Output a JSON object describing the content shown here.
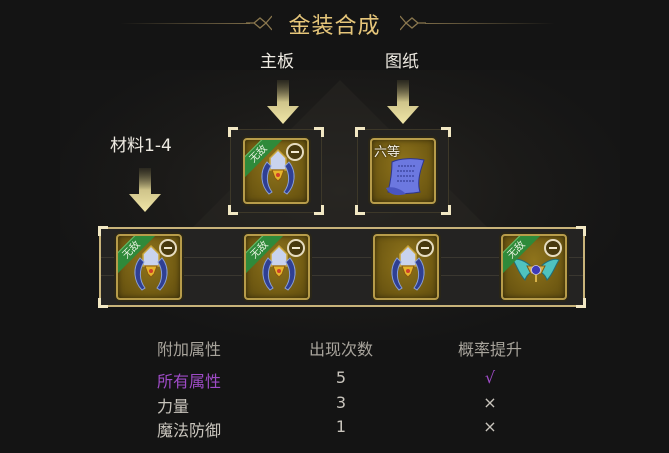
{
  "title": "金装合成",
  "labels": {
    "main_board": "主板",
    "blueprint": "图纸",
    "materials": "材料1-4"
  },
  "slots": {
    "main": {
      "item": "helmet",
      "badge": "无敌",
      "removable": true
    },
    "blueprint": {
      "item": "scroll",
      "grade": "六等",
      "removable": false
    },
    "materials": [
      {
        "item": "helmet",
        "badge": "无敌",
        "removable": true
      },
      {
        "item": "helmet",
        "badge": "无敌",
        "removable": true
      },
      {
        "item": "helmet",
        "badge": "",
        "removable": true
      },
      {
        "item": "wings-amulet",
        "badge": "无敌",
        "removable": true
      }
    ]
  },
  "table": {
    "headers": [
      "附加属性",
      "出现次数",
      "概率提升"
    ],
    "rows": [
      {
        "attr": "所有属性",
        "count": "5",
        "boost": "√",
        "highlight": true
      },
      {
        "attr": "力量",
        "count": "3",
        "boost": "×",
        "highlight": false
      },
      {
        "attr": "魔法防御",
        "count": "1",
        "boost": "×",
        "highlight": false
      }
    ]
  },
  "colors": {
    "title": "#e6c67a",
    "highlight": "#9e4bc6",
    "slot_gold": "#8f741c",
    "frame_corner": "#f1e7c3",
    "badge_green": "#2f8a3a"
  }
}
